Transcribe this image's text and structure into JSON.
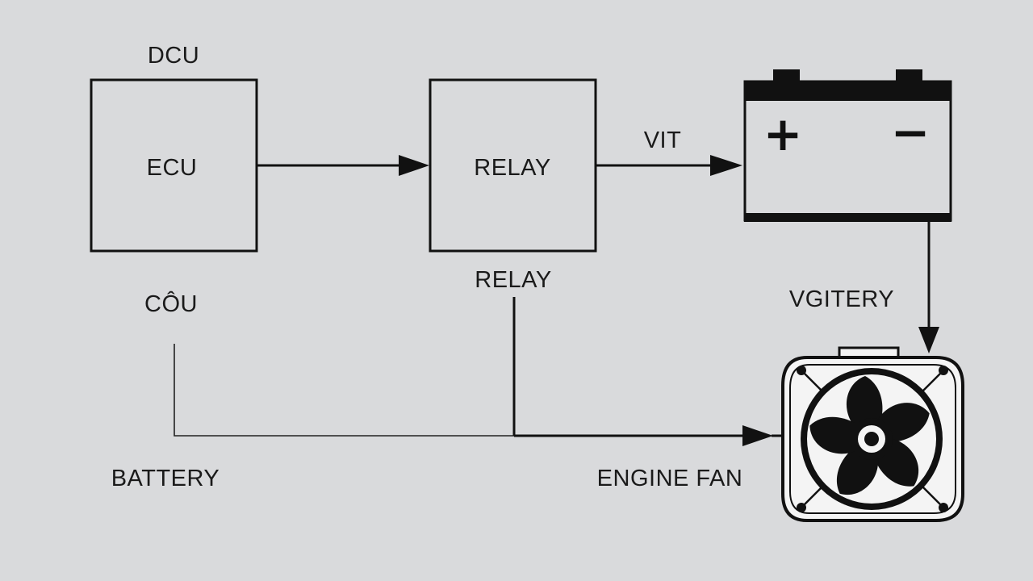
{
  "labels": {
    "dcu": "DCU",
    "ecu": "ECU",
    "relay_box": "RELAY",
    "vit": "VIT",
    "relay_below": "RELAY",
    "cou": "CÔU",
    "vgitery": "VGITERY",
    "battery": "BATTERY",
    "engine_fan": "ENGINE FAN"
  },
  "battery_symbol": {
    "positive": "+",
    "negative": "−"
  },
  "colors": {
    "background": "#d9dadc",
    "line": "#111111"
  }
}
